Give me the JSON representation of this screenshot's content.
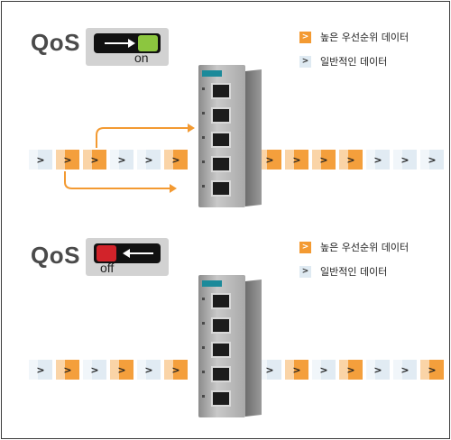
{
  "top_panel": {
    "qos_label": "QoS",
    "toggle_state": "on",
    "legend": {
      "high_priority": "높은 우선순위 데이터",
      "normal": "일반적인 데이터"
    }
  },
  "bottom_panel": {
    "qos_label": "QoS",
    "toggle_state": "off",
    "legend": {
      "high_priority": "높은 우선순위 데이터",
      "normal": "일반적인 데이터"
    }
  },
  "arrow_glyph": ">",
  "colors": {
    "high_priority": "#f39a32",
    "normal": "#dfeaf2",
    "toggle_on": "#8cc63f",
    "toggle_off": "#d2232a",
    "route_arrow": "#f39a32"
  },
  "icons": {
    "switch": "ethernet-switch-icon",
    "on_arrow": "right-arrow-icon",
    "off_arrow": "left-arrow-icon"
  }
}
